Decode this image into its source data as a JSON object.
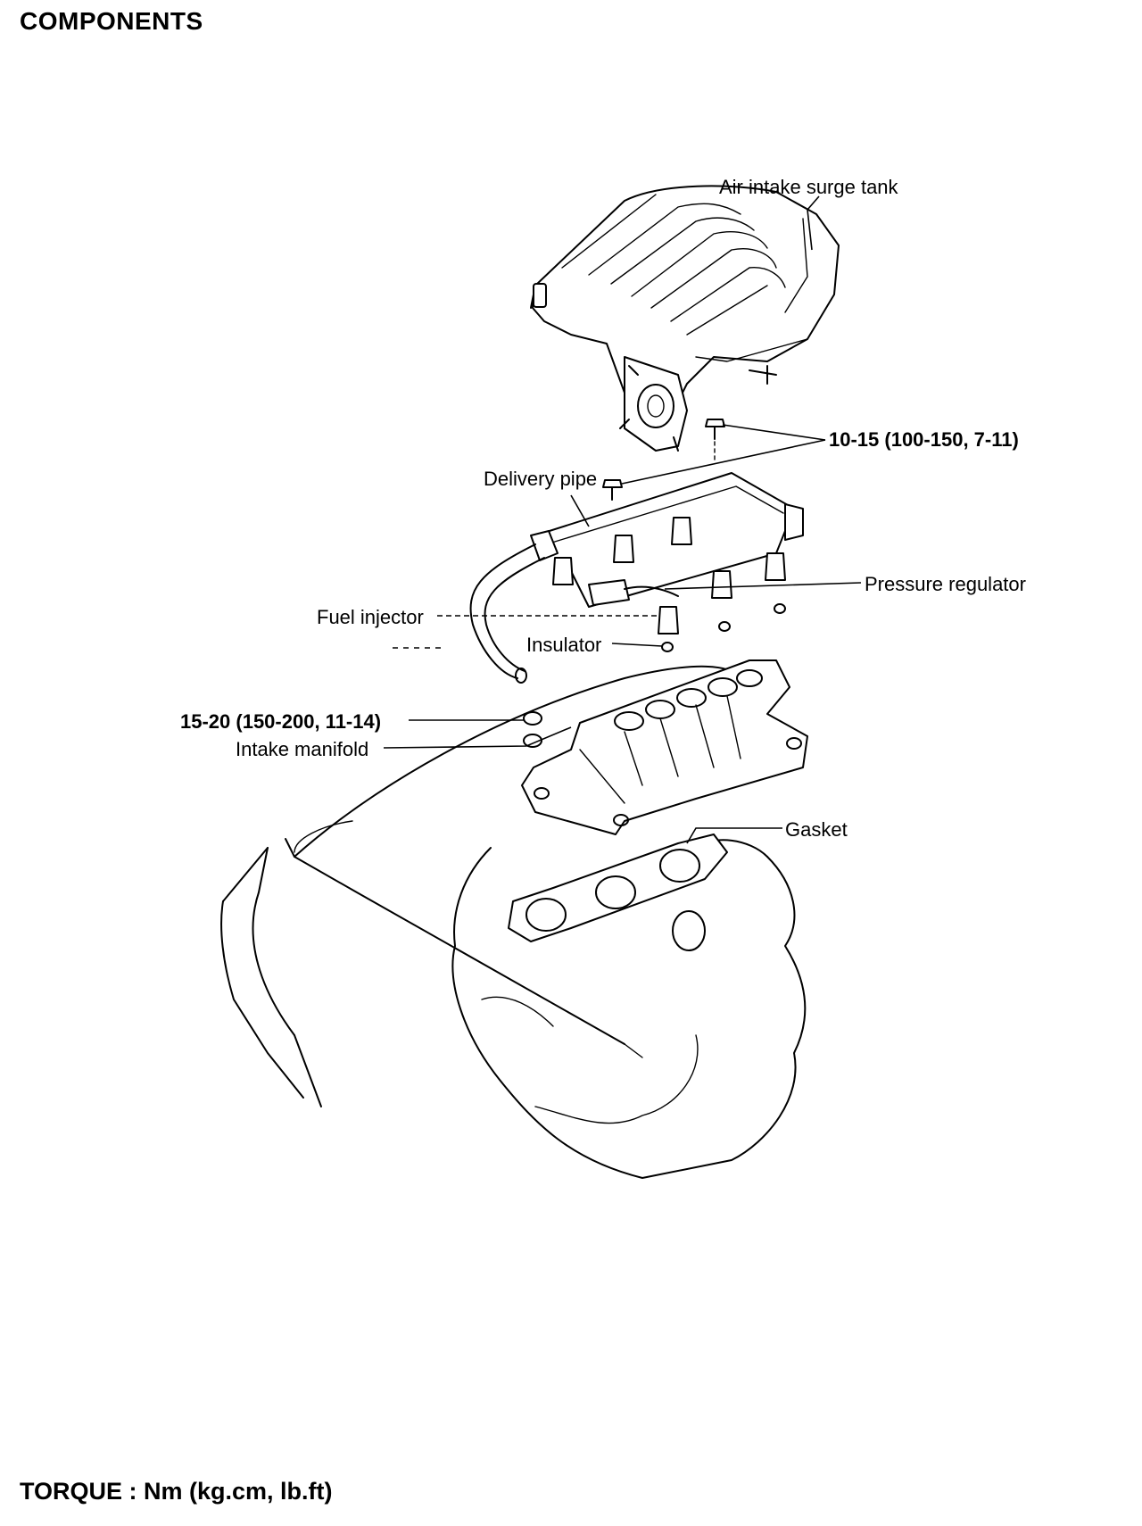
{
  "page": {
    "heading": "COMPONENTS",
    "footer": "TORQUE : Nm (kg.cm, lb.ft)"
  },
  "labels": {
    "surge_tank": "Air intake surge tank",
    "torque_upper": "10-15 (100-150, 7-11)",
    "delivery_pipe": "Delivery pipe",
    "pressure_regulator": "Pressure regulator",
    "fuel_injector": "Fuel injector",
    "insulator": "Insulator",
    "torque_lower": "15-20 (150-200, 11-14)",
    "intake_manifold": "Intake manifold",
    "gasket": "Gasket"
  }
}
